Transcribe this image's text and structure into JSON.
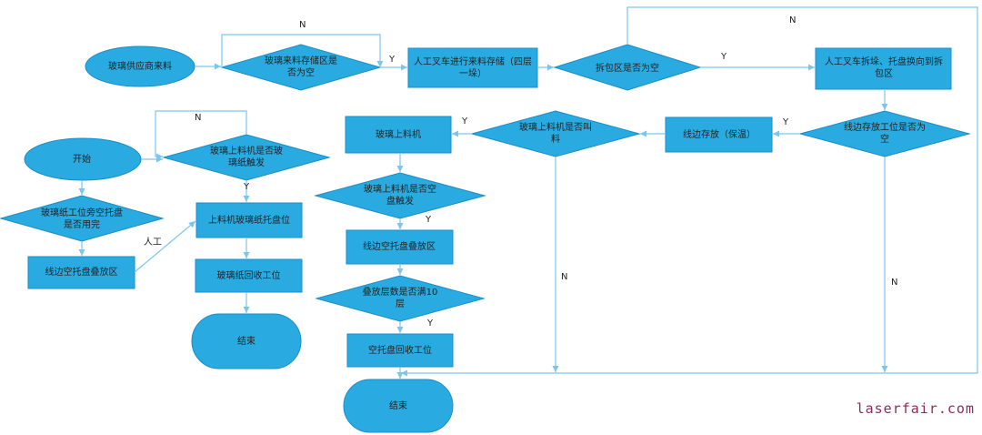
{
  "nodes": {
    "supplier": "玻璃供应商来料",
    "storage_empty": "玻璃来料存储区是否为空",
    "forklift_store": "人工叉车进行来料存储（四层一垛）",
    "unpack_empty": "拆包区是否为空",
    "forklift_unpack": "人工叉车拆垛、托盘换向到拆包区",
    "line_slot_empty": "线边存放工位是否为空",
    "line_storage": "线边存放（保温）",
    "loader_needs": "玻璃上料机是否叫料",
    "glass_loader": "玻璃上料机",
    "loader_empty_trigger": "玻璃上料机是否空盘触发",
    "line_empty_pallet_area": "线边空托盘叠放区",
    "stack_full": "叠放层数是否满10层",
    "pallet_recycle": "空托盘回收工位",
    "end_main": "结束",
    "start": "开始",
    "paper_pallet_done": "玻璃纸工位旁空托盘是否用完",
    "line_empty_pallet_area_left": "线边空托盘叠放区",
    "paper_trigger": "玻璃上料机是否玻璃纸触发",
    "paper_pallet": "上料机玻璃纸托盘位",
    "paper_recycle": "玻璃纸回收工位",
    "end_left": "结束"
  },
  "edge_labels": {
    "storage_loop_n": "N",
    "storage_y": "Y",
    "unpack_y": "Y",
    "unpack_top_n": "N",
    "slot_y": "Y",
    "loader_y": "Y",
    "empty_trigger_y": "Y",
    "stack_y": "Y",
    "loader_n": "N",
    "slot_n": "N",
    "paper_loop_n": "N",
    "paper_y": "Y",
    "manual": "人工"
  },
  "watermark": "laserfair.com",
  "colors": {
    "fill": "#29abe2",
    "stroke": "#1b8cc8",
    "line": "#7cc6ee"
  }
}
